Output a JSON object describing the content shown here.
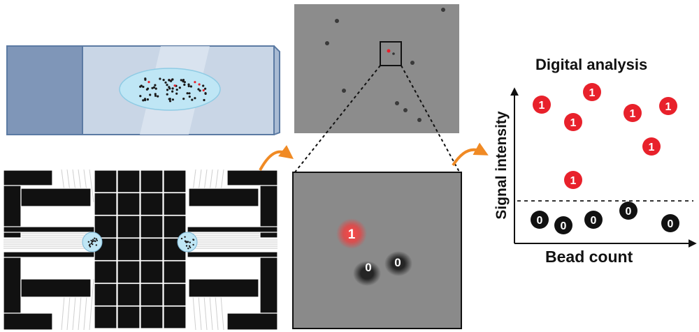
{
  "analysis": {
    "title": "Digital analysis",
    "x_label": "Bead count",
    "y_label": "Signal intensity"
  },
  "beads": {
    "positive_label": "1",
    "negative_label": "0"
  },
  "colors": {
    "positive": "#e8212b",
    "negative": "#111111",
    "arrow": "#f08a24",
    "slide": "#b9c9de",
    "droplet": "#bfe6f5",
    "image_bg": "#8c8c8c"
  }
}
